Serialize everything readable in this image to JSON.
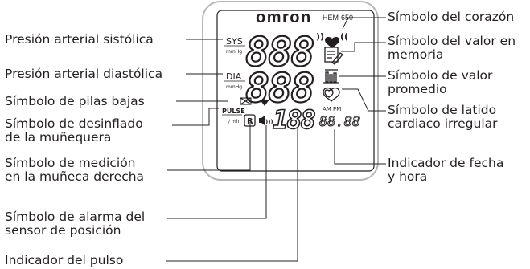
{
  "device": {
    "brand": "omron",
    "model": "HEM-650",
    "sys_unit_label": "SYS",
    "dia_unit_label": "DIA",
    "pressure_unit": "mmHg",
    "pulse_label": "PULSE",
    "per_min": "/ min",
    "sys_digits": "888",
    "dia_digits": "888",
    "pulse_digits": "188",
    "ampm": "AM PM",
    "clock_digits": "88.88",
    "r_badge": "R"
  },
  "callouts_left": [
    {
      "id": "systolic",
      "lines": [
        "Presión arterial sistólica"
      ]
    },
    {
      "id": "diastolic",
      "lines": [
        "Presión arterial diastólica"
      ]
    },
    {
      "id": "low-battery",
      "lines": [
        "Símbolo de pilas bajas"
      ]
    },
    {
      "id": "cuff-deflation",
      "lines": [
        "Símbolo de desinflado",
        "de la muñequera"
      ]
    },
    {
      "id": "right-wrist",
      "lines": [
        "Símbolo de medición",
        "en la muñeca derecha"
      ]
    },
    {
      "id": "position-alarm",
      "lines": [
        "Símbolo de alarma del",
        "sensor de posición"
      ]
    },
    {
      "id": "pulse-indicator",
      "lines": [
        "Indicador del pulso"
      ]
    }
  ],
  "callouts_right": [
    {
      "id": "heart",
      "lines": [
        "Símbolo del corazón"
      ]
    },
    {
      "id": "memory",
      "lines": [
        "Símbolo del valor en",
        "memoria"
      ]
    },
    {
      "id": "average",
      "lines": [
        "Símbolo de valor",
        "promedio"
      ]
    },
    {
      "id": "irregular-heartbeat",
      "lines": [
        "Símbolo de latido",
        "cardiaco irregular"
      ]
    },
    {
      "id": "date-time",
      "lines": [
        "Indicador de fecha",
        "y hora"
      ]
    }
  ]
}
